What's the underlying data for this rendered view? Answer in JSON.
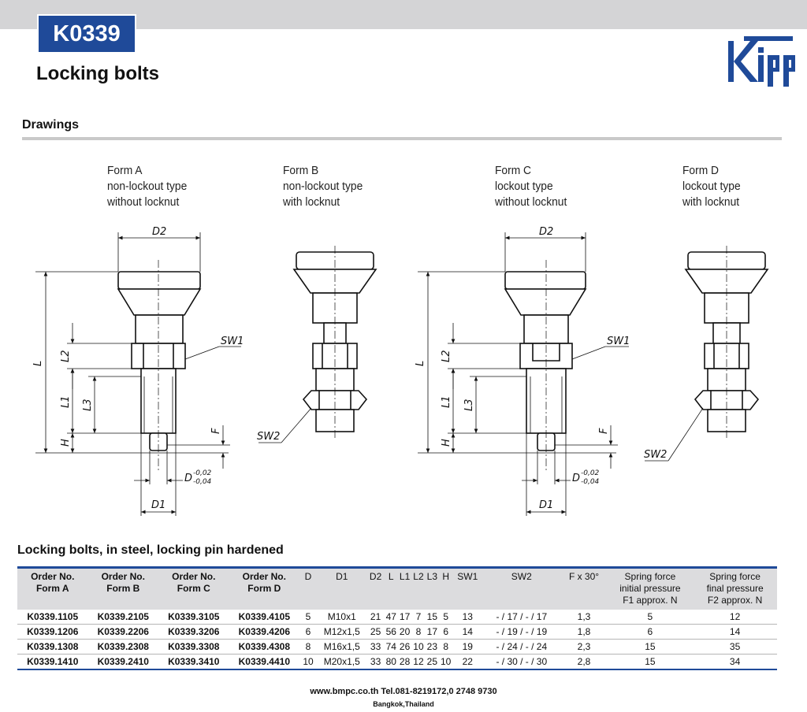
{
  "header": {
    "product_code": "K0339",
    "title": "Locking bolts",
    "logo_text": "Kipp"
  },
  "drawings_section": {
    "title": "Drawings",
    "forms": [
      {
        "line1": "Form A",
        "line2": "non-lockout type",
        "line3": "without locknut"
      },
      {
        "line1": "Form B",
        "line2": "non-lockout type",
        "line3": "with locknut"
      },
      {
        "line1": "Form C",
        "line2": "lockout type",
        "line3": "without locknut"
      },
      {
        "line1": "Form D",
        "line2": "lockout type",
        "line3": "with locknut"
      }
    ],
    "dimension_labels": {
      "d2": "D2",
      "l": "L",
      "l1": "L1",
      "l2": "L2",
      "l3": "L3",
      "h": "H",
      "f": "F",
      "d": "D",
      "tol_upper": "-0,02",
      "tol_lower": "-0,04",
      "d1": "D1",
      "sw1": "SW1",
      "sw2": "SW2"
    }
  },
  "table": {
    "title": "Locking bolts, in steel, locking pin hardened",
    "headers": {
      "order_a": [
        "Order No.",
        "Form A"
      ],
      "order_b": [
        "Order No.",
        "Form B"
      ],
      "order_c": [
        "Order No.",
        "Form C"
      ],
      "order_d": [
        "Order No.",
        "Form D"
      ],
      "d": "D",
      "d1": "D1",
      "d2": "D2",
      "l": "L",
      "l1": "L1",
      "l2": "L2",
      "l3": "L3",
      "h": "H",
      "sw1": "SW1",
      "sw2": "SW2",
      "f": "F x 30°",
      "spring_initial": [
        "Spring force",
        "initial pressure",
        "F1 approx. N"
      ],
      "spring_final": [
        "Spring force",
        "final pressure",
        "F2 approx. N"
      ]
    },
    "rows": [
      {
        "a": "K0339.1105",
        "b": "K0339.2105",
        "c": "K0339.3105",
        "dd": "K0339.4105",
        "d": "5",
        "d1": "M10x1",
        "d2": "21",
        "l": "47",
        "l1": "17",
        "l2": "7",
        "l3": "15",
        "h": "5",
        "sw1": "13",
        "sw2": "- / 17 / - / 17",
        "f": "1,3",
        "f1": "5",
        "f2": "12"
      },
      {
        "a": "K0339.1206",
        "b": "K0339.2206",
        "c": "K0339.3206",
        "dd": "K0339.4206",
        "d": "6",
        "d1": "M12x1,5",
        "d2": "25",
        "l": "56",
        "l1": "20",
        "l2": "8",
        "l3": "17",
        "h": "6",
        "sw1": "14",
        "sw2": "- / 19 / - / 19",
        "f": "1,8",
        "f1": "6",
        "f2": "14"
      },
      {
        "a": "K0339.1308",
        "b": "K0339.2308",
        "c": "K0339.3308",
        "dd": "K0339.4308",
        "d": "8",
        "d1": "M16x1,5",
        "d2": "33",
        "l": "74",
        "l1": "26",
        "l2": "10",
        "l3": "23",
        "h": "8",
        "sw1": "19",
        "sw2": "- / 24 / - / 24",
        "f": "2,3",
        "f1": "15",
        "f2": "35"
      },
      {
        "a": "K0339.1410",
        "b": "K0339.2410",
        "c": "K0339.3410",
        "dd": "K0339.4410",
        "d": "10",
        "d1": "M20x1,5",
        "d2": "33",
        "l": "80",
        "l1": "28",
        "l2": "12",
        "l3": "25",
        "h": "10",
        "sw1": "22",
        "sw2": "- / 30 / - / 30",
        "f": "2,8",
        "f1": "15",
        "f2": "34"
      }
    ]
  },
  "footer": {
    "line1": "www.bmpc.co.th Tel.081-8219172,0 2748 9730",
    "line2": "Bangkok,Thailand"
  },
  "colors": {
    "accent": "#1f4a99",
    "topbar": "#d4d4d6",
    "header_row": "#dcdcde"
  }
}
